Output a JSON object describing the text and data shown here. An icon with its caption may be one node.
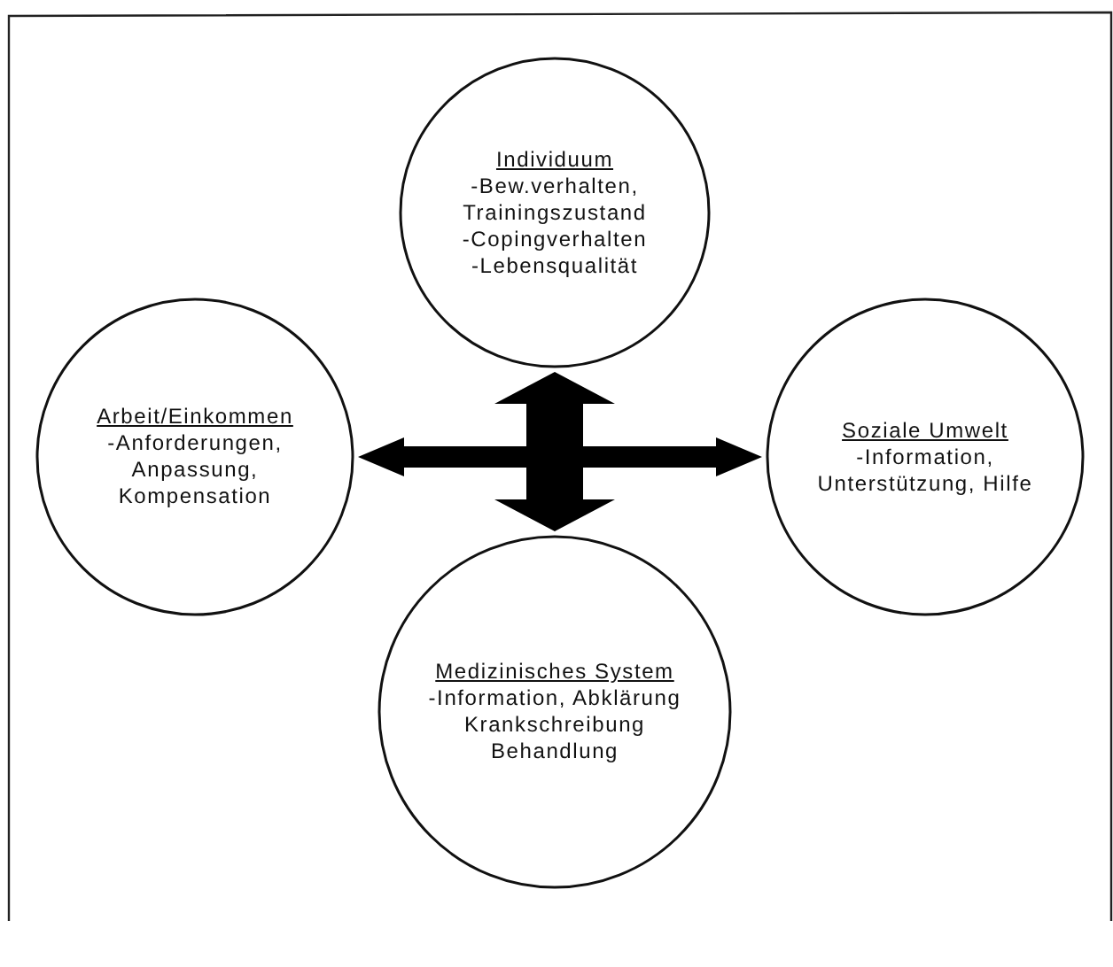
{
  "diagram": {
    "nodes": [
      {
        "text": [
          "Individuum",
          "-Bew.verhalten, Trainingszustand",
          "-Copingverhalten",
          "-Lebensqualität"
        ]
      },
      {
        "text": [
          "Arbeit/Einkommen",
          "-Anforderungen, Anpassung, Kompensation"
        ]
      },
      {
        "text": [
          "Soziale Umwelt",
          "-Information, Unterstützung, Hilfe"
        ]
      },
      {
        "text": [
          "Medizinisches System",
          "-Information, Abklärung Krankschreibung Behandlung"
        ]
      }
    ],
    "edges": [
      {
        "from": 0,
        "to": 3,
        "arrow": "both",
        "style": "thick"
      },
      {
        "from": 1,
        "to": 2,
        "arrow": "both"
      }
    ]
  }
}
